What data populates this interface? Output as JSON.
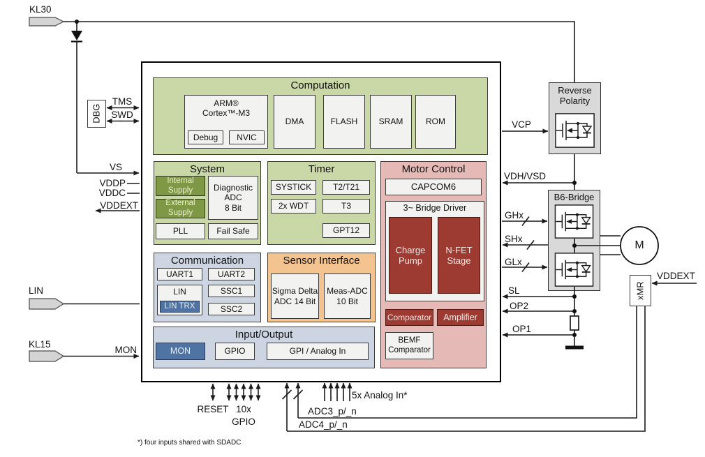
{
  "colors": {
    "section_green": "#cad7a6",
    "supply_olive": "#7e9845",
    "section_pink": "#e5b9b6",
    "block_red": "#9d3a31",
    "section_blue": "#cdd5e2",
    "block_blue": "#4f73a2",
    "section_orange": "#f3c390",
    "hardware_gray": "#d9d9d9",
    "inner_box": "#f2f2f0",
    "wire": "#1a1a1a"
  },
  "connectors": {
    "kl30": "KL30",
    "lin": "LIN",
    "kl15": "KL15"
  },
  "debug_port": {
    "dbg": "DBG",
    "tms": "TMS",
    "swd": "SWD"
  },
  "left_signals": {
    "vs": "VS",
    "vddp": "VDDP",
    "vddc": "VDDC",
    "vddext": "VDDEXT",
    "mon": "MON"
  },
  "chip": {
    "computation": {
      "title": "Computation",
      "cpu_lines": [
        "ARM®",
        "Cortex™-M3"
      ],
      "debug": "Debug",
      "nvic": "NVIC",
      "dma": "DMA",
      "flash": "FLASH",
      "sram": "SRAM",
      "rom": "ROM"
    },
    "system": {
      "title": "System",
      "internal_lines": [
        "Internal",
        "Supply"
      ],
      "external_lines": [
        "External",
        "Supply"
      ],
      "diag_lines": [
        "Diagnostic",
        "ADC",
        "8 Bit"
      ],
      "pll": "PLL",
      "fail_safe": "Fail Safe"
    },
    "timer": {
      "title": "Timer",
      "systick": "SYSTICK",
      "t2_t21": "T2/T21",
      "wdt": "2x WDT",
      "t3": "T3",
      "gpt12": "GPT12"
    },
    "motor_control": {
      "title": "Motor Control",
      "capcom6": "CAPCOM6",
      "bridge_driver": "3~ Bridge Driver",
      "charge_lines": [
        "Charge",
        "Pump"
      ],
      "nfet_lines": [
        "N-FET",
        "Stage"
      ],
      "comparator": "Comparator",
      "amplifier": "Amplifier",
      "bemf_lines": [
        "BEMF",
        "Comparator"
      ]
    },
    "communication": {
      "title": "Communication",
      "uart1": "UART1",
      "uart2": "UART2",
      "lin": "LIN",
      "lin_trx": "LIN TRX",
      "ssc1": "SSC1",
      "ssc2": "SSC2"
    },
    "sensor": {
      "title": "Sensor Interface",
      "sigma_lines": [
        "Sigma Delta",
        "ADC 14 Bit"
      ],
      "meas_lines": [
        "Meas-ADC",
        "10 Bit"
      ]
    },
    "io": {
      "title": "Input/Output",
      "mon": "MON",
      "gpio": "GPIO",
      "gpi_analog": "GPI / Analog In"
    }
  },
  "right": {
    "reverse_polarity_lines": [
      "Reverse",
      "Polarity"
    ],
    "b6_bridge": "B6-Bridge",
    "motor": "M",
    "xmr": "xMR",
    "vddext": "VDDEXT",
    "vcp": "VCP",
    "vdh_vsd": "VDH/VSD",
    "ghx": "GHx",
    "shx": "SHx",
    "glx": "GLx",
    "sl": "SL",
    "op2": "OP2",
    "op1": "OP1"
  },
  "bottom": {
    "reset": "RESET",
    "gpio_count": "10x",
    "gpio": "GPIO",
    "analog_in": "5x Analog In*",
    "adc3": "ADC3_p/_n",
    "adc4": "ADC4_p/_n",
    "footnote": "*) four inputs shared with SDADC"
  }
}
